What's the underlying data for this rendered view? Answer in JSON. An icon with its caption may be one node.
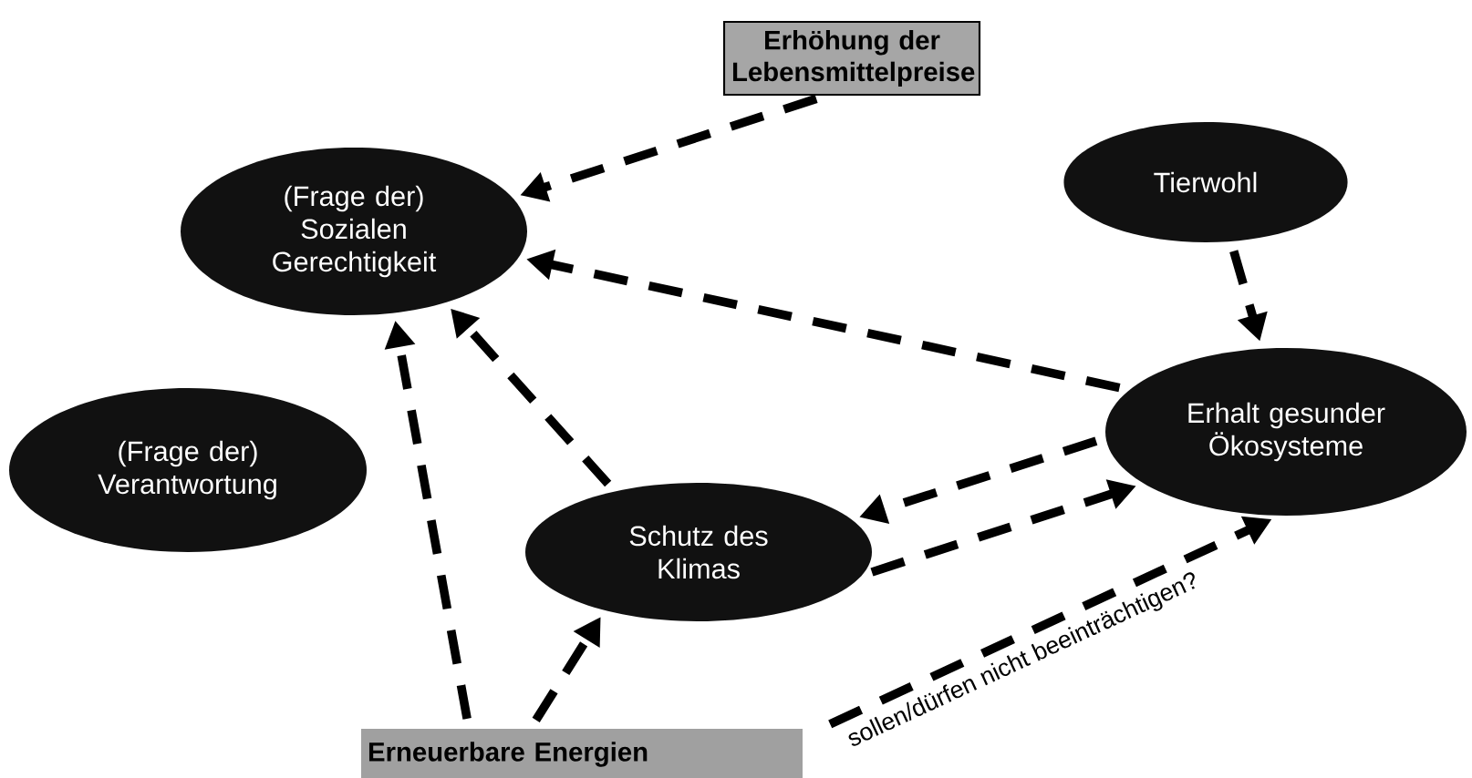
{
  "diagram": {
    "nodes": [
      {
        "text": [
          "Erhöhung der Lebensmittelpreise"
        ]
      },
      {
        "text": [
          "(Frage der) Sozialen Gerechtigkeit"
        ]
      },
      {
        "text": [
          "Tierwohl"
        ]
      },
      {
        "text": [
          "(Frage der) Verantwortung"
        ]
      },
      {
        "text": [
          "Erhalt gesunder Ökosysteme"
        ]
      },
      {
        "text": [
          "Schutz des Klimas"
        ]
      },
      {
        "text": [
          "Erneuerbare Energien"
        ]
      }
    ],
    "edges": [
      {
        "from": 0,
        "to": 1,
        "arrow": "to"
      },
      {
        "from": 4,
        "to": 1,
        "arrow": "to"
      },
      {
        "from": 5,
        "to": 1,
        "arrow": "to"
      },
      {
        "from": 6,
        "to": 1,
        "arrow": "to"
      },
      {
        "from": 6,
        "to": 5,
        "arrow": "to"
      },
      {
        "from": 2,
        "to": 4,
        "arrow": "to"
      },
      {
        "from": 4,
        "to": 5,
        "arrow": "to"
      },
      {
        "from": 5,
        "to": 4,
        "arrow": "to"
      },
      {
        "from": 6,
        "to": 4,
        "arrow": "to",
        "label": "sollen/dürfen nicht beeinträchtigen?"
      }
    ]
  }
}
